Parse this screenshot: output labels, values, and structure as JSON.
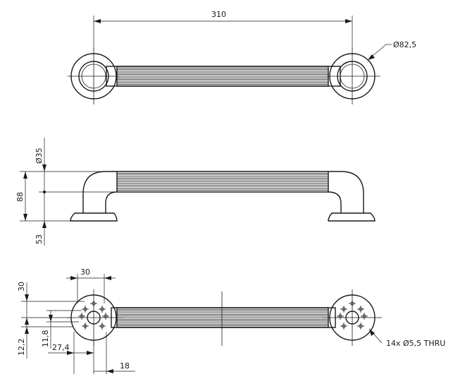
{
  "dimensions": {
    "length": "310",
    "flange_diameter": "Ø82,5",
    "tube_diameter": "Ø35",
    "projection": "88",
    "height_53": "53",
    "hole_pattern_width": "30",
    "hole_pattern_height": "30",
    "offset_12_2": "12,2",
    "offset_11_8": "11,8",
    "offset_27_4": "27,4",
    "offset_18": "18",
    "hole_callout": "14x  Ø5,5  THRU"
  }
}
